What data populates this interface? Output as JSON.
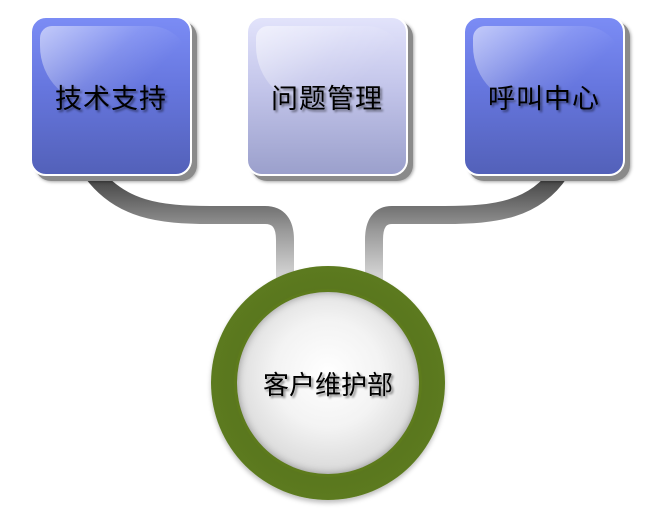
{
  "diagram": {
    "type": "hub-and-spoke",
    "nodes": [
      {
        "id": "tech-support",
        "label": "技术支持",
        "color": "#6676de"
      },
      {
        "id": "issue-management",
        "label": "问题管理",
        "color": "#c3c5ea"
      },
      {
        "id": "call-center",
        "label": "呼叫中心",
        "color": "#6676de"
      }
    ],
    "hub": {
      "label": "客户维护部",
      "ring_color": "#7ea12a",
      "center_color": "#f3f3f3"
    },
    "connector_color": "#8a8a8a"
  }
}
